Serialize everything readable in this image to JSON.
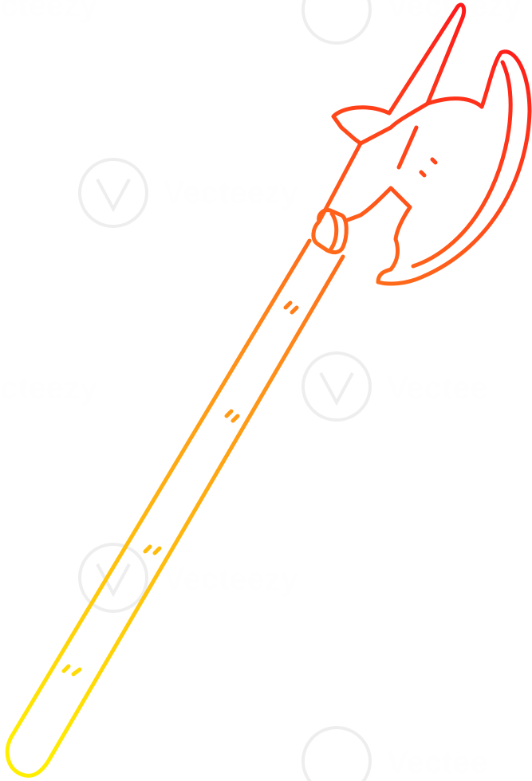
{
  "image": {
    "subject": "halberd-cartoon",
    "stroke_gradient": {
      "top": "#ff1a1a",
      "middle": "#ff8a1a",
      "bottom": "#ffee00"
    },
    "background": "#ffffff"
  },
  "watermark": {
    "text": "Vecteezy",
    "icon": "vecteezy-v-logo",
    "color": "#000000",
    "opacity": 0.07
  }
}
